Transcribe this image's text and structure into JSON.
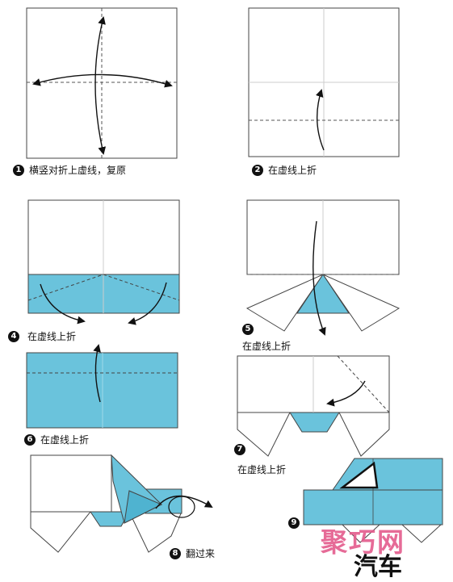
{
  "colors": {
    "paper": "#ffffff",
    "blue": "#6ac3dc",
    "line": "#444444",
    "crease": "#bbbbbb"
  },
  "steps": [
    {
      "num": "1",
      "text": "横竖对折上虚线，复原"
    },
    {
      "num": "2",
      "text": "在虚线上折"
    },
    {
      "num": "4",
      "text": "在虚线上折"
    },
    {
      "num": "5",
      "text": "在虚线上折"
    },
    {
      "num": "6",
      "text": "在虚线上折"
    },
    {
      "num": "7",
      "text": "在虚线上折"
    },
    {
      "num": "8",
      "text": "翻过来"
    },
    {
      "num": "9",
      "text": ""
    }
  ],
  "watermark": "聚巧网",
  "result_title": "汽车"
}
